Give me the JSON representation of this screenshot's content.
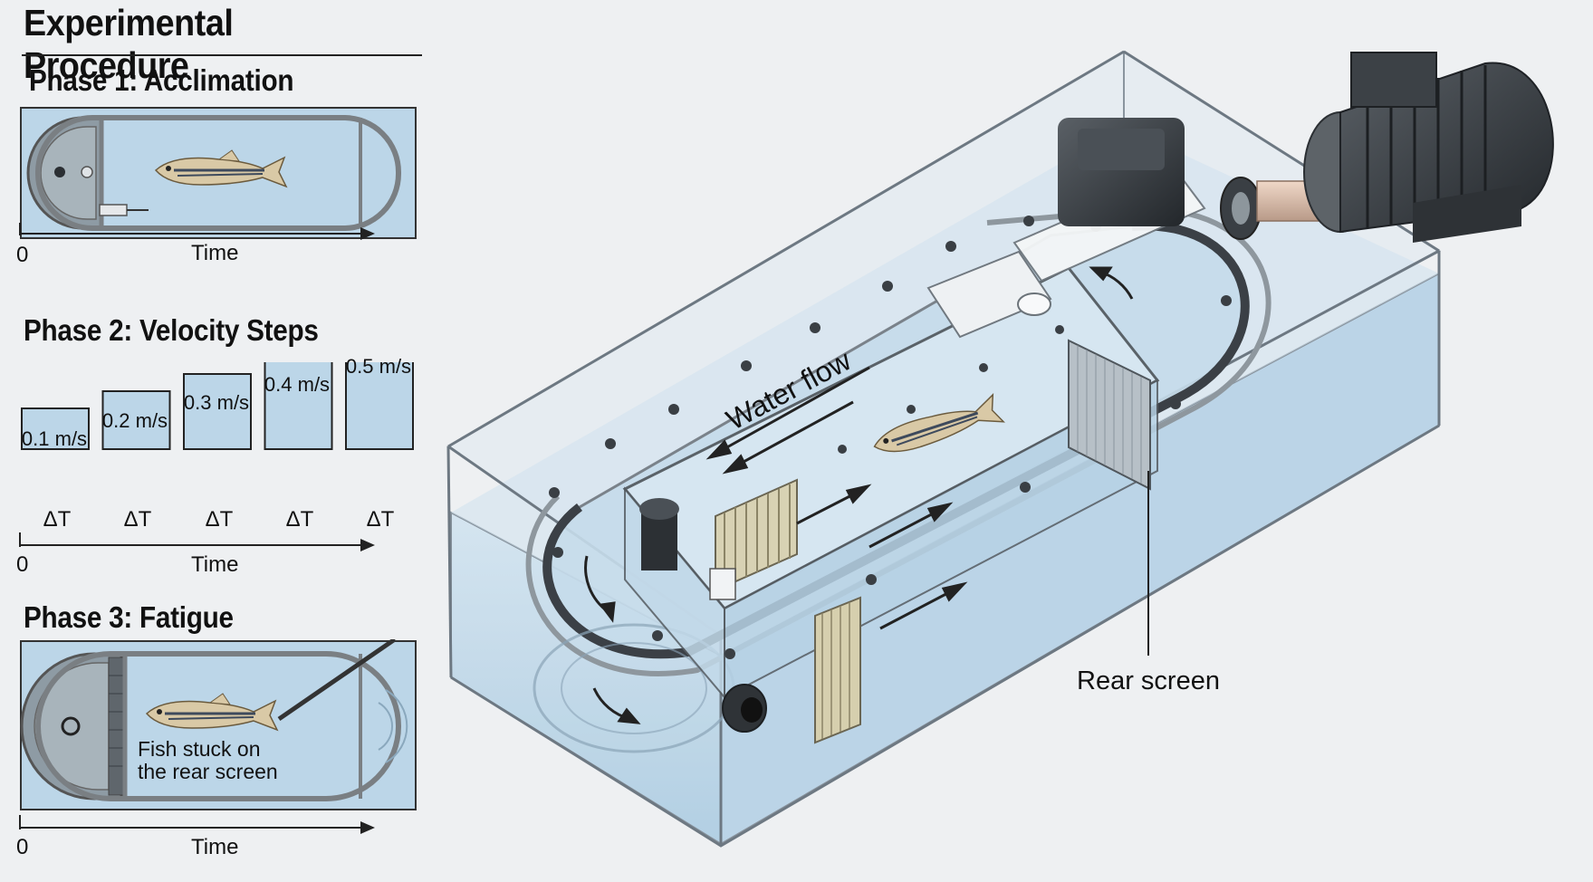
{
  "title": "Experimental Procedure",
  "phases": [
    {
      "title": "Phase 1: Acclimation",
      "axis_start": "0",
      "axis_label": "Time"
    },
    {
      "title": "Phase 2: Velocity Steps",
      "axis_start": "0",
      "axis_label": "Time",
      "steps": [
        {
          "velocity": "0.1 m/s",
          "duration": "ΔT"
        },
        {
          "velocity": "0.2 m/s",
          "duration": "ΔT"
        },
        {
          "velocity": "0.3 m/s",
          "duration": "ΔT"
        },
        {
          "velocity": "0.4 m/s",
          "duration": "ΔT"
        },
        {
          "velocity": "0.5 m/s",
          "duration": "ΔT"
        }
      ]
    },
    {
      "title": "Phase 3: Fatigue Identification",
      "axis_start": "0",
      "axis_label": "Time",
      "caption_line1": "Fish stuck on",
      "caption_line2": "the rear screen"
    }
  ],
  "apparatus": {
    "flow_label": "Water flow",
    "rear_screen_label": "Rear screen"
  },
  "colors": {
    "water": "#bcd6e8",
    "water_dark": "#9fc3dc",
    "frame": "#6f7478",
    "motor": "#2e3236"
  }
}
